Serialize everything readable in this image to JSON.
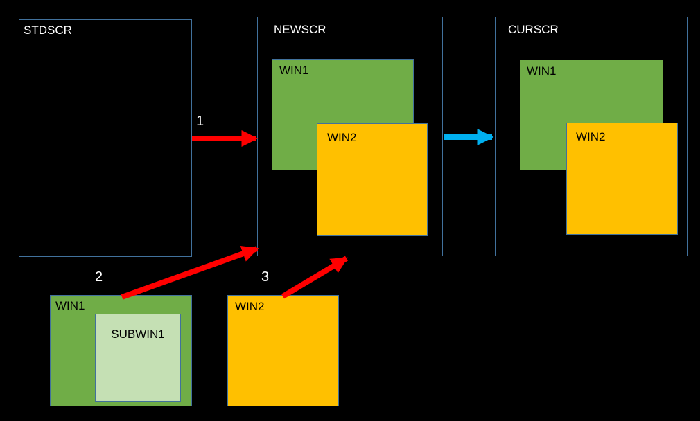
{
  "colors": {
    "background": "#000000",
    "screen_border": "#41719C",
    "window_green": "#70AD47",
    "window_orange": "#FFC000",
    "subwindow_light_green": "#C5E0B4",
    "arrow_red": "#FF0000",
    "arrow_blue": "#00B0F0",
    "screen_label_color": "#FFFFFF",
    "window_label_color": "#000000"
  },
  "screens": {
    "stdscr": {
      "label": "STDSCR"
    },
    "newscr": {
      "label": "NEWSCR",
      "win1": "WIN1",
      "win2": "WIN2"
    },
    "curscr": {
      "label": "CURSCR",
      "win1": "WIN1",
      "win2": "WIN2"
    }
  },
  "standalone_windows": {
    "win1": {
      "label": "WIN1",
      "subwin": "SUBWIN1"
    },
    "win2": {
      "label": "WIN2"
    }
  },
  "arrow_labels": {
    "arrow1": "1",
    "arrow2": "2",
    "arrow3": "3"
  }
}
